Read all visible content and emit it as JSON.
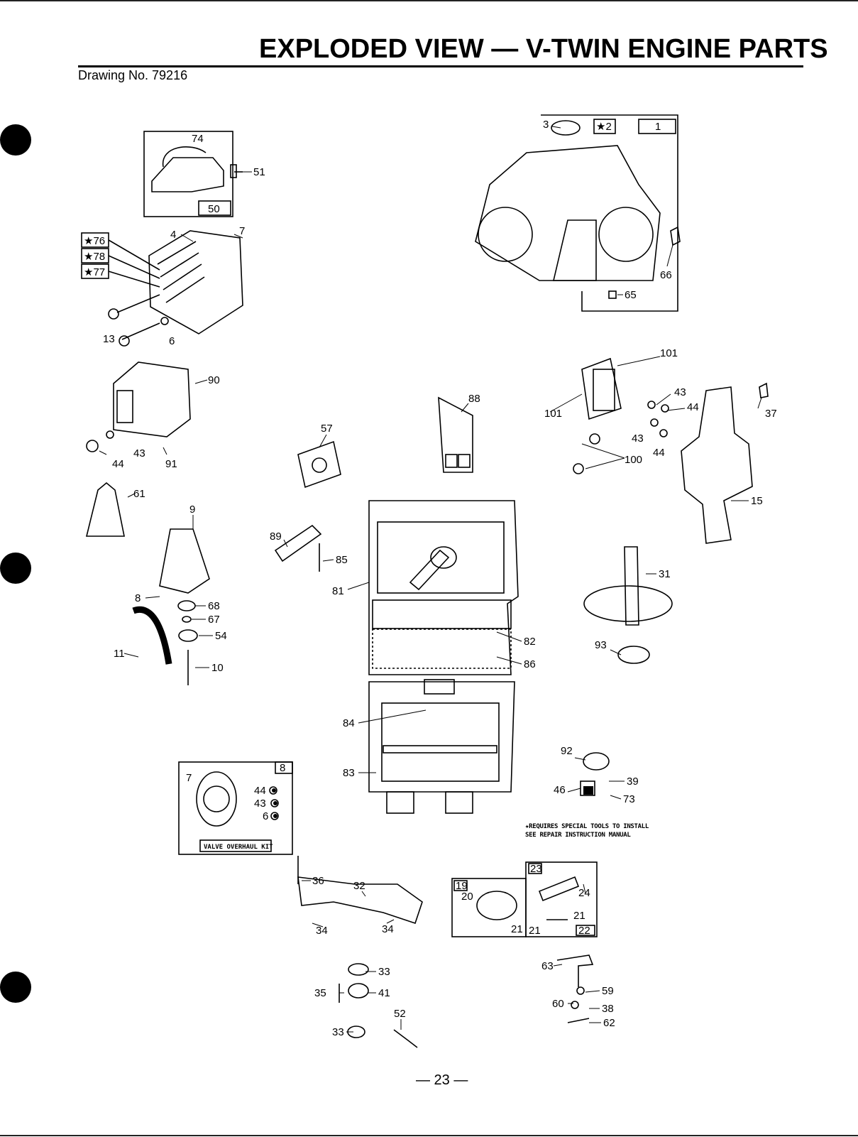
{
  "header": {
    "title": "EXPLODED VIEW — V-TWIN ENGINE PARTS",
    "drawing_number": "Drawing No. 79216"
  },
  "footer": {
    "page_number": "— 23 —",
    "note_line1": "★REQUIRES SPECIAL TOOLS TO INSTALL",
    "note_line2": "SEE REPAIR INSTRUCTION MANUAL"
  },
  "kit_label": "VALVE OVERHAUL KIT",
  "callouts": [
    "74",
    "51",
    "50",
    "★76",
    "★78",
    "★77",
    "4",
    "7",
    "13",
    "6",
    "90",
    "43",
    "44",
    "91",
    "61",
    "9",
    "8",
    "68",
    "67",
    "54",
    "11",
    "10",
    "3",
    "★2",
    "1",
    "66",
    "65",
    "101",
    "101",
    "43",
    "44",
    "43",
    "44",
    "37",
    "100",
    "15",
    "88",
    "57",
    "89",
    "85",
    "81",
    "82",
    "86",
    "84",
    "83",
    "31",
    "93",
    "92",
    "39",
    "46",
    "73",
    "8",
    "7",
    "44",
    "43",
    "6",
    "36",
    "32",
    "34",
    "34",
    "23",
    "24",
    "19",
    "20",
    "21",
    "21",
    "21",
    "22",
    "33",
    "35",
    "41",
    "52",
    "33",
    "63",
    "59",
    "60",
    "38",
    "62"
  ]
}
